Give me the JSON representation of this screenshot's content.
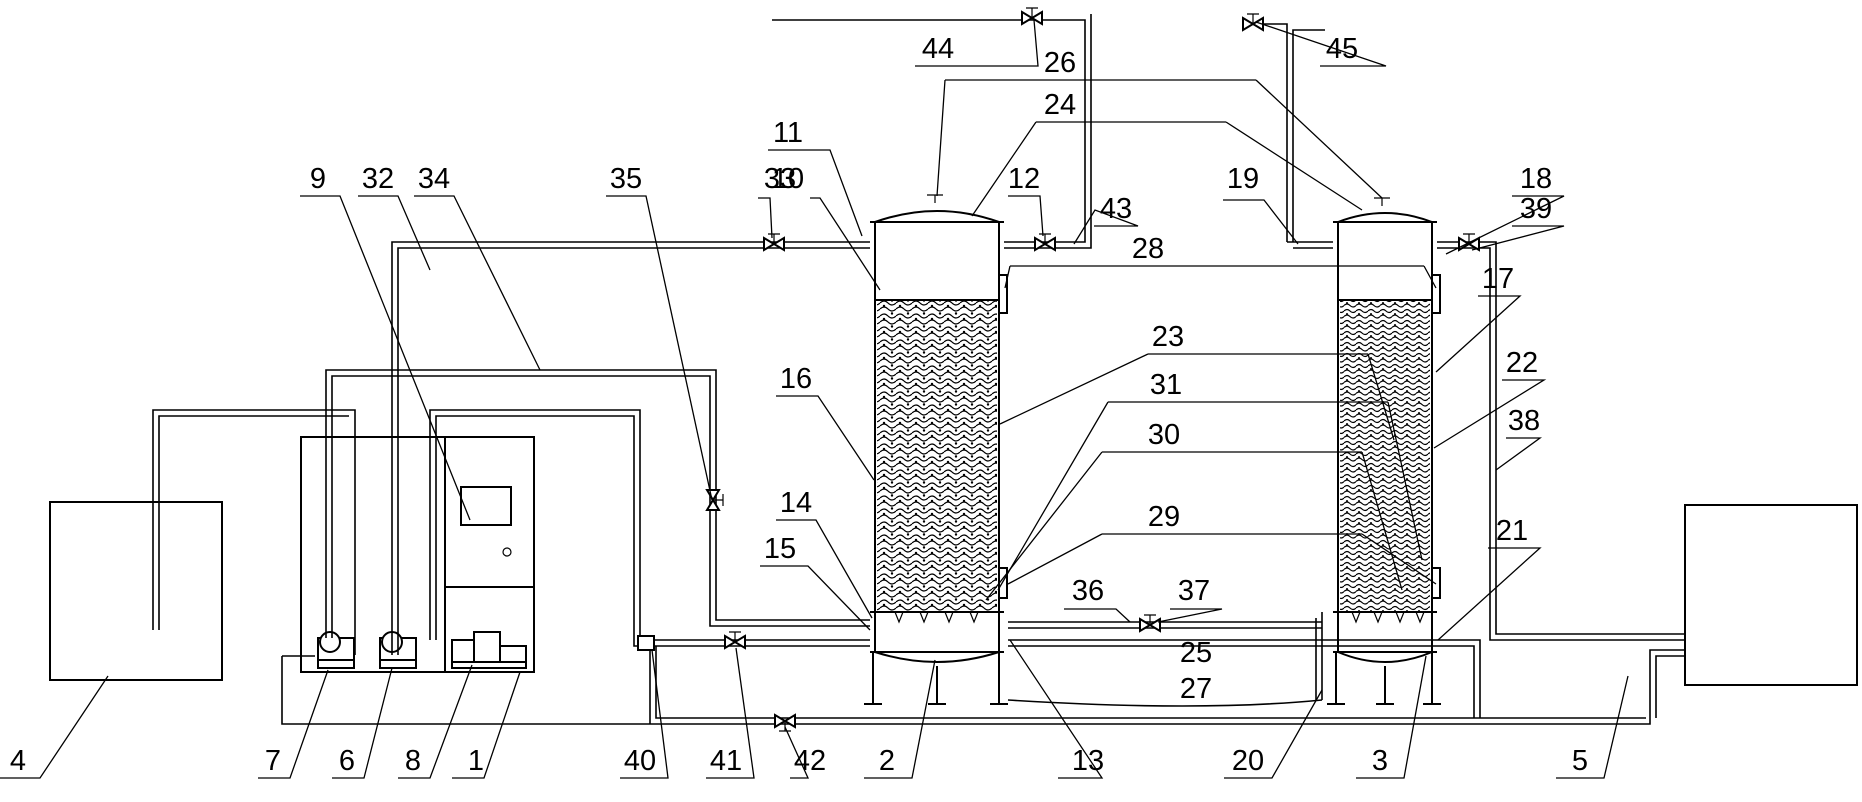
{
  "labels": {
    "n1": "1",
    "n2": "2",
    "n3": "3",
    "n4": "4",
    "n5": "5",
    "n6": "6",
    "n7": "7",
    "n8": "8",
    "n9": "9",
    "n10": "10",
    "n11": "11",
    "n12": "12",
    "n13": "13",
    "n14": "14",
    "n15": "15",
    "n16": "16",
    "n17": "17",
    "n18": "18",
    "n19": "19",
    "n20": "20",
    "n21": "21",
    "n22": "22",
    "n23": "23",
    "n24": "24",
    "n25": "25",
    "n26": "26",
    "n27": "27",
    "n28": "28",
    "n29": "29",
    "n30": "30",
    "n31": "31",
    "n32": "32",
    "n33": "33",
    "n34": "34",
    "n35": "35",
    "n36": "36",
    "n37": "37",
    "n38": "38",
    "n39": "39",
    "n40": "40",
    "n41": "41",
    "n42": "42",
    "n43": "43",
    "n44": "44",
    "n45": "45"
  }
}
